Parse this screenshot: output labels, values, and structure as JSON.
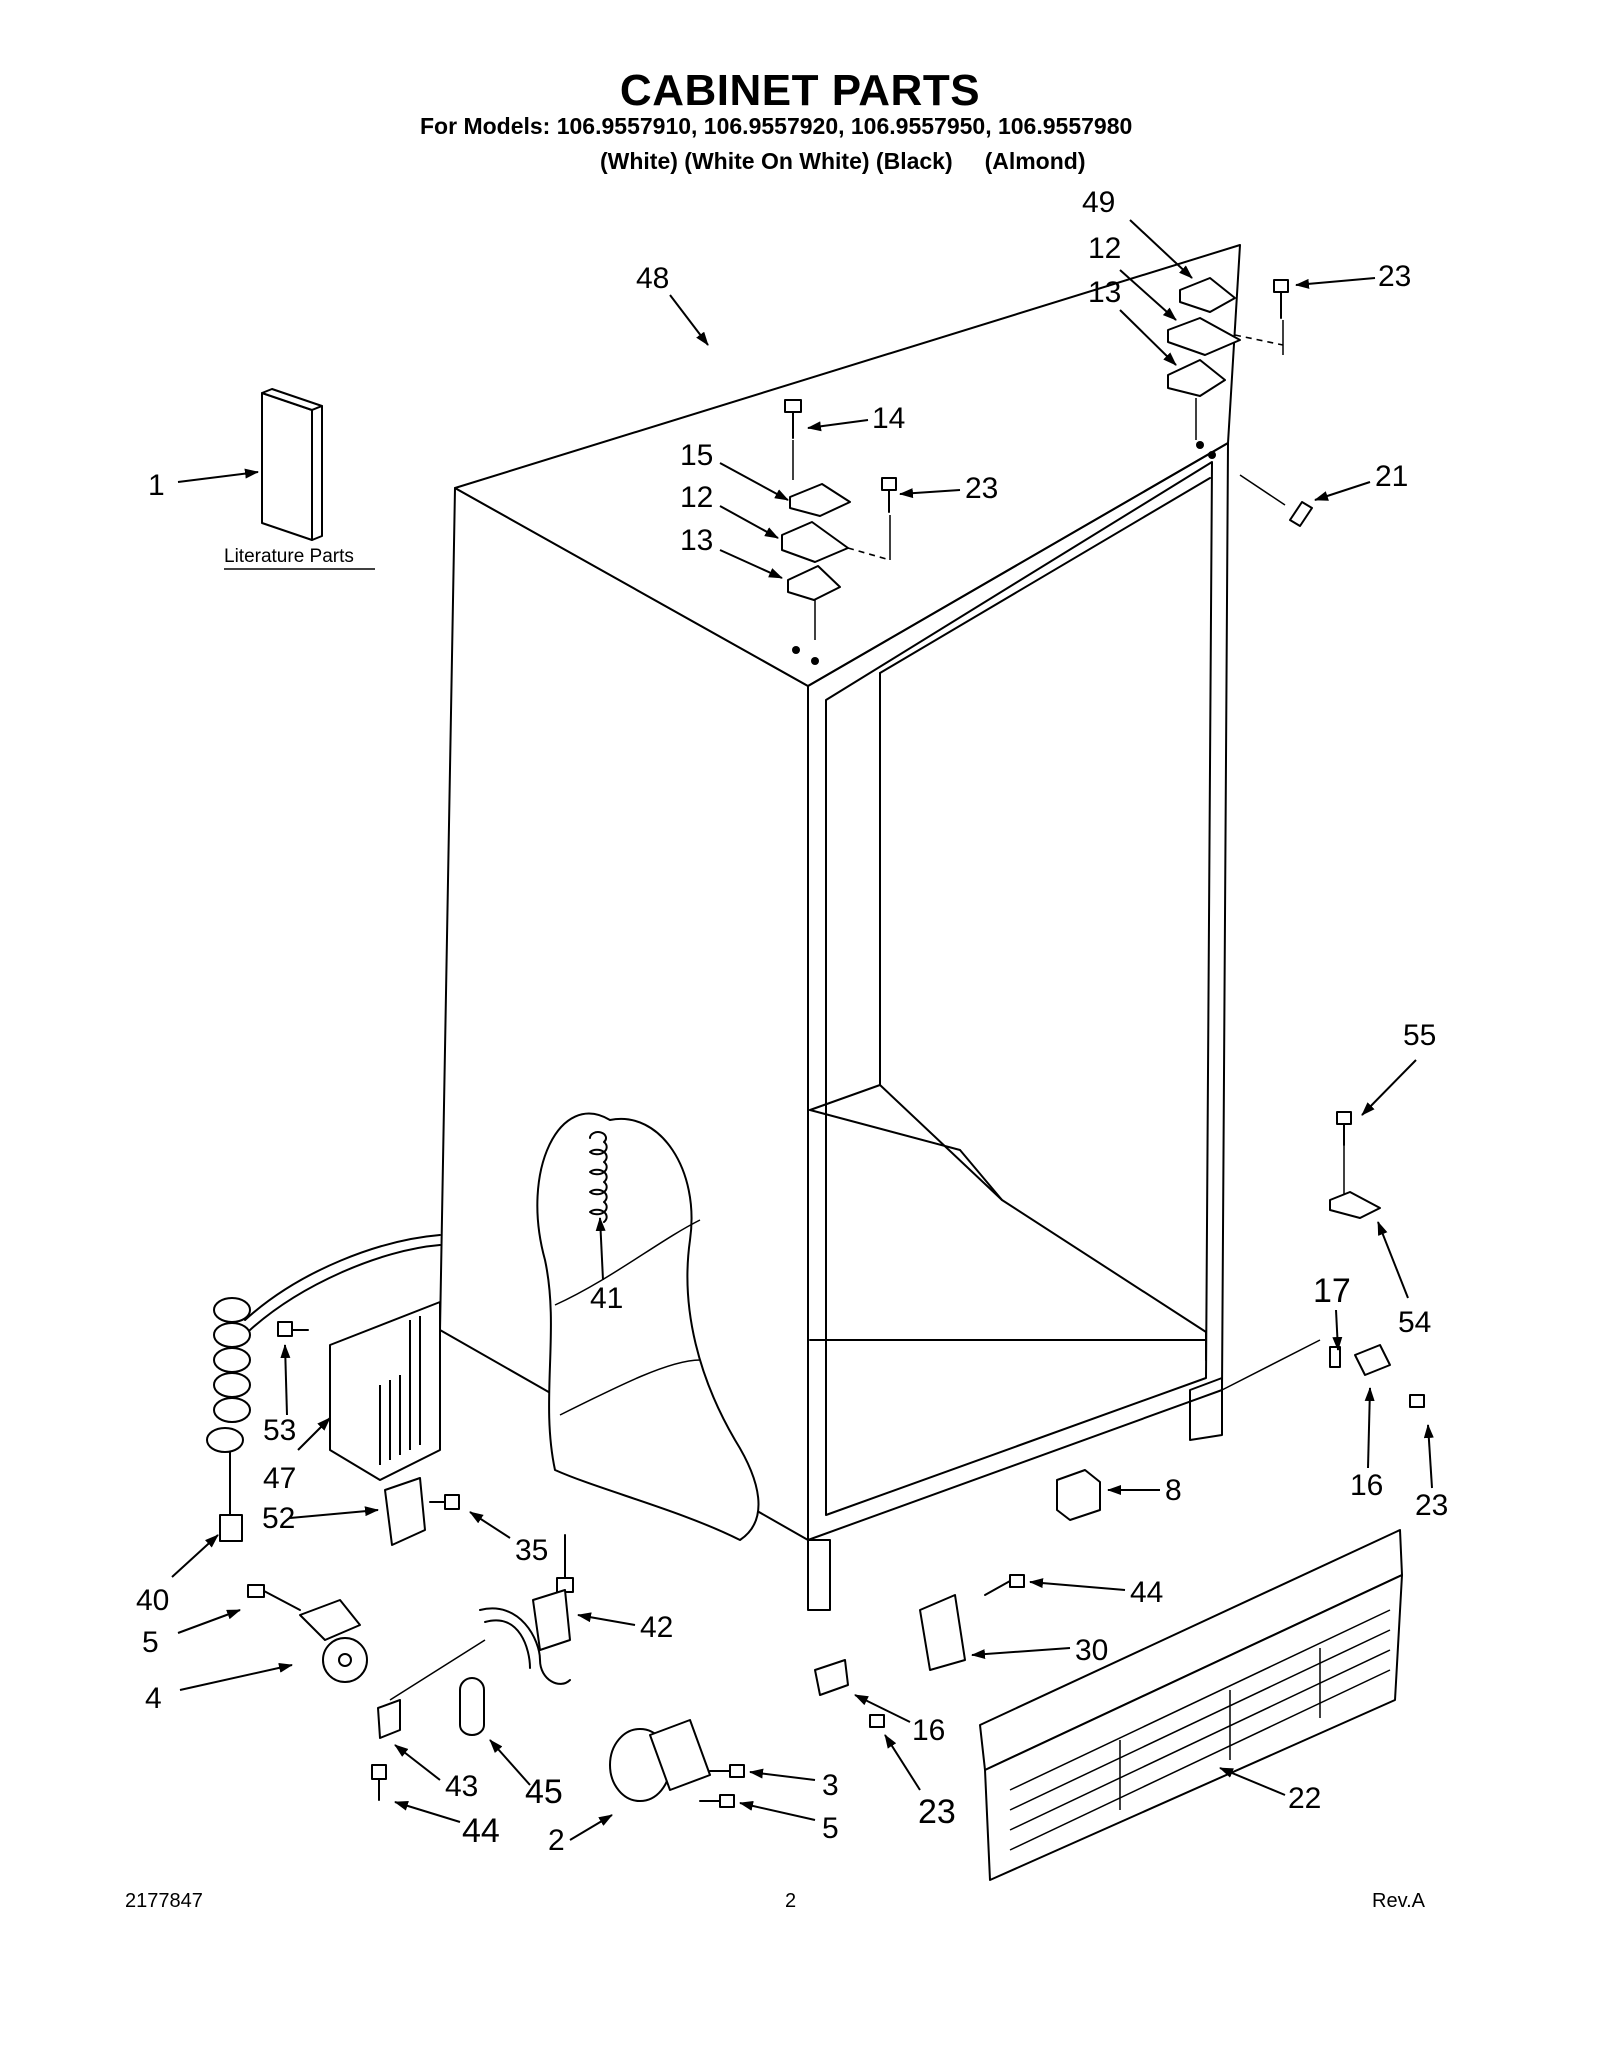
{
  "header": {
    "title": "CABINET PARTS",
    "models": "For Models: 106.9557910, 106.9557920, 106.9557950, 106.9557980",
    "colors": "(White) (White On White) (Black)     (Almond)"
  },
  "literature_label": "Literature Parts",
  "callouts": {
    "c1": "1",
    "c48": "48",
    "c49": "49",
    "c12a": "12",
    "c13a": "13",
    "c23a": "23",
    "c14": "14",
    "c15": "15",
    "c12b": "12",
    "c13b": "13",
    "c23b": "23",
    "c21": "21",
    "c55": "55",
    "c41": "41",
    "c17": "17",
    "c54": "54",
    "c53": "53",
    "c47": "47",
    "c16a": "16",
    "c23c": "23",
    "c8": "8",
    "c52": "52",
    "c35": "35",
    "c40": "40",
    "c5a": "5",
    "c42": "42",
    "c44a": "44",
    "c30": "30",
    "c4": "4",
    "c16b": "16",
    "c43": "43",
    "c45": "45",
    "c3": "3",
    "c23d": "23",
    "c22": "22",
    "c44b": "44",
    "c2": "2",
    "c5b": "5"
  },
  "footer": {
    "doc_number": "2177847",
    "page": "2",
    "revision": "Rev.A"
  }
}
